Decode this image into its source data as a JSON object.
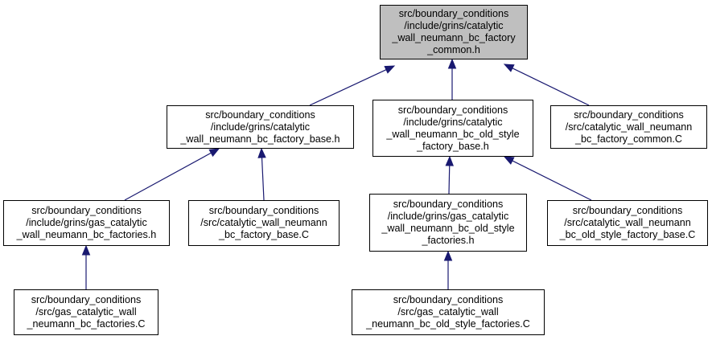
{
  "diagram": {
    "type": "include-dependency-graph",
    "colors": {
      "edge": "#191970",
      "current_fill": "#bfbfbf",
      "node_fill": "#ffffff",
      "border": "#000000"
    },
    "nodes": [
      {
        "id": "n0",
        "current": true,
        "text": "src/boundary_conditions\n/include/grins/catalytic\n_wall_neumann_bc_factory\n_common.h"
      },
      {
        "id": "n1",
        "current": false,
        "text": "src/boundary_conditions\n/include/grins/catalytic\n_wall_neumann_bc_factory_base.h"
      },
      {
        "id": "n2",
        "current": false,
        "text": "src/boundary_conditions\n/include/grins/catalytic\n_wall_neumann_bc_old_style\n_factory_base.h"
      },
      {
        "id": "n3",
        "current": false,
        "text": "src/boundary_conditions\n/src/catalytic_wall_neumann\n_bc_factory_common.C"
      },
      {
        "id": "n4",
        "current": false,
        "text": "src/boundary_conditions\n/include/grins/gas_catalytic\n_wall_neumann_bc_factories.h"
      },
      {
        "id": "n5",
        "current": false,
        "text": "src/boundary_conditions\n/src/catalytic_wall_neumann\n_bc_factory_base.C"
      },
      {
        "id": "n6",
        "current": false,
        "text": "src/boundary_conditions\n/include/grins/gas_catalytic\n_wall_neumann_bc_old_style\n_factories.h"
      },
      {
        "id": "n7",
        "current": false,
        "text": "src/boundary_conditions\n/src/catalytic_wall_neumann\n_bc_old_style_factory_base.C"
      },
      {
        "id": "n8",
        "current": false,
        "text": "src/boundary_conditions\n/src/gas_catalytic_wall\n_neumann_bc_factories.C"
      },
      {
        "id": "n9",
        "current": false,
        "text": "src/boundary_conditions\n/src/gas_catalytic_wall\n_neumann_bc_old_style_factories.C"
      }
    ],
    "edges": [
      {
        "from": "n1",
        "to": "n0"
      },
      {
        "from": "n2",
        "to": "n0"
      },
      {
        "from": "n3",
        "to": "n0"
      },
      {
        "from": "n4",
        "to": "n1"
      },
      {
        "from": "n5",
        "to": "n1"
      },
      {
        "from": "n6",
        "to": "n2"
      },
      {
        "from": "n7",
        "to": "n2"
      },
      {
        "from": "n8",
        "to": "n4"
      },
      {
        "from": "n9",
        "to": "n6"
      }
    ]
  }
}
